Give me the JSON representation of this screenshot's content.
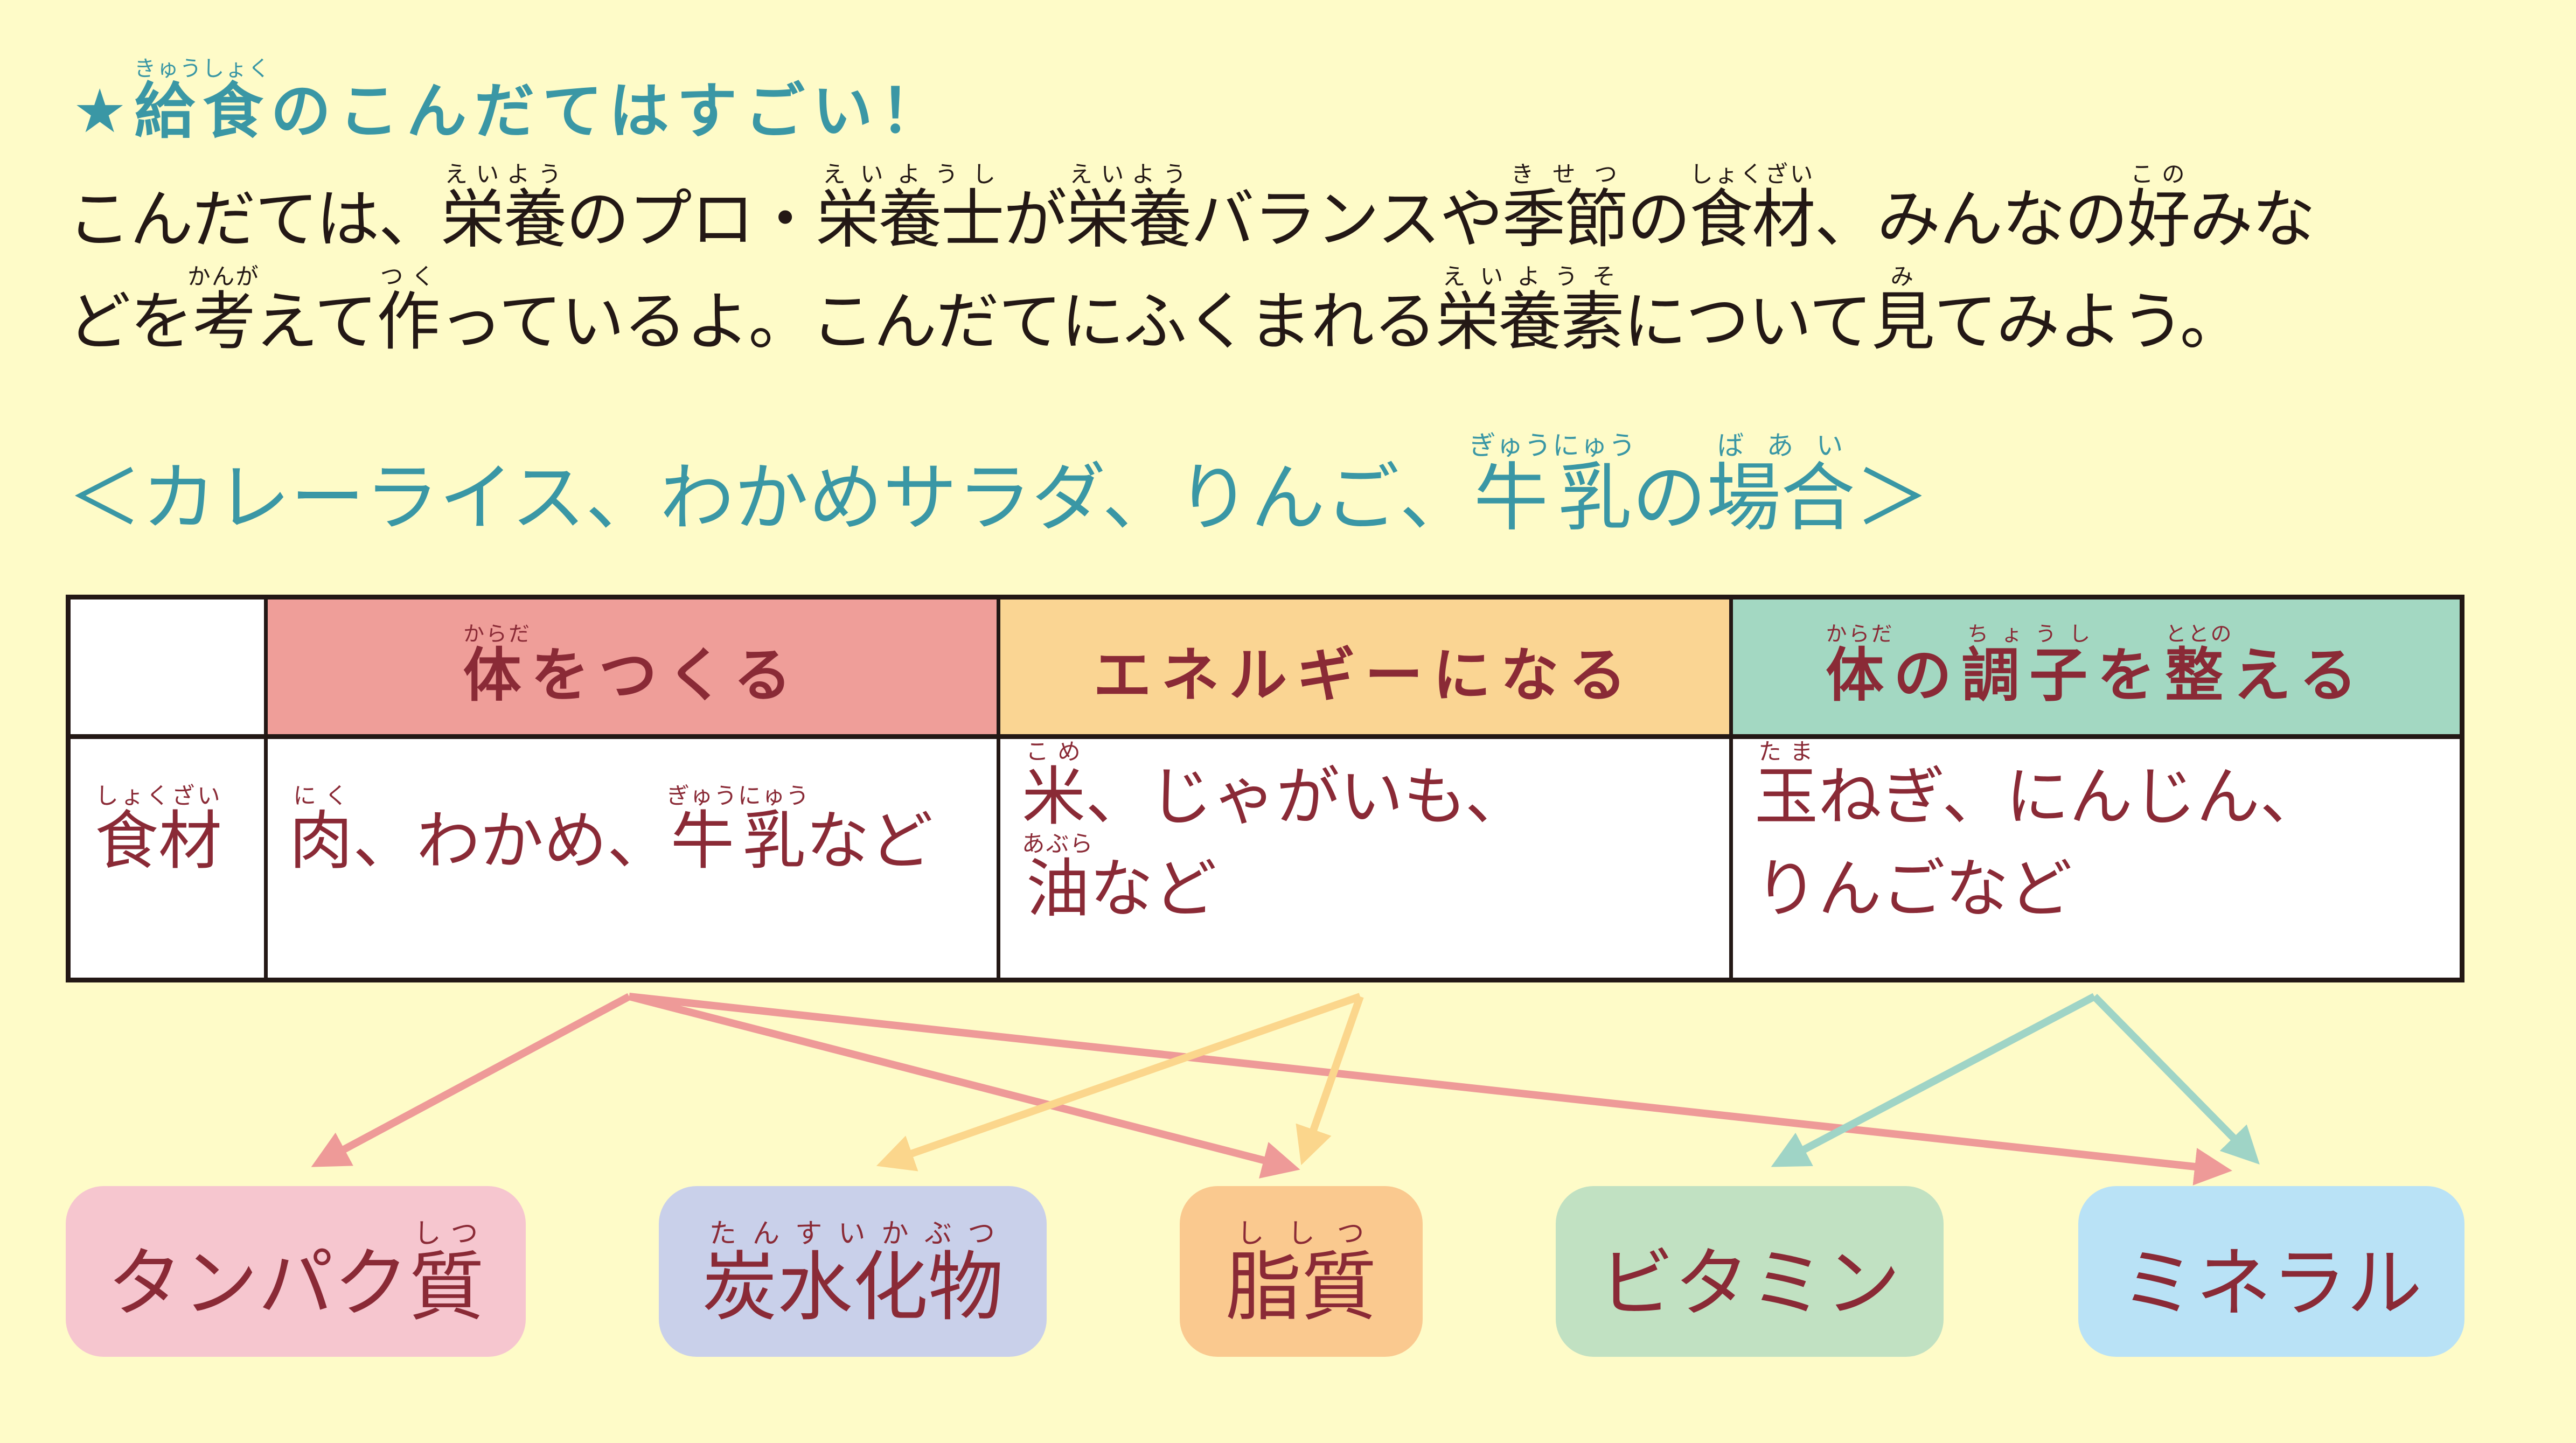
{
  "title": [
    {
      "t": "★"
    },
    {
      "t": "給食",
      "r": "きゅうしょく"
    },
    {
      "t": "のこんだてはすごい！"
    }
  ],
  "paragraph": [
    {
      "t": "こんだては、"
    },
    {
      "t": "栄養",
      "r": "えいよう"
    },
    {
      "t": "のプロ・"
    },
    {
      "t": "栄養士",
      "r": "えいようし"
    },
    {
      "t": "が"
    },
    {
      "t": "栄養",
      "r": "えいよう"
    },
    {
      "t": "バランスや"
    },
    {
      "t": "季節",
      "r": "きせつ"
    },
    {
      "t": "の"
    },
    {
      "t": "食材",
      "r": "しょくざい"
    },
    {
      "t": "、みんなの"
    },
    {
      "t": "好",
      "r": "この"
    },
    {
      "t": "みな"
    },
    {
      "br": true
    },
    {
      "t": "どを"
    },
    {
      "t": "考",
      "r": "かんが"
    },
    {
      "t": "えて"
    },
    {
      "t": "作",
      "r": "つく"
    },
    {
      "t": "っているよ。こんだてにふくまれる"
    },
    {
      "t": "栄養素",
      "r": "えいようそ"
    },
    {
      "t": "について"
    },
    {
      "t": "見",
      "r": "み"
    },
    {
      "t": "てみよう。"
    }
  ],
  "subtitle": [
    {
      "t": "＜カレーライス、わかめサラダ、りんご、"
    },
    {
      "t": "牛乳",
      "r": "ぎゅうにゅう"
    },
    {
      "t": "の"
    },
    {
      "t": "場合",
      "r": "ばあい"
    },
    {
      "t": "＞"
    }
  ],
  "table": {
    "headers": [
      [
        {
          "t": "体",
          "r": "からだ"
        },
        {
          "t": "をつくる"
        }
      ],
      [
        {
          "t": "エネルギーになる"
        }
      ],
      [
        {
          "t": "体",
          "r": "からだ"
        },
        {
          "t": "の"
        },
        {
          "t": "調子",
          "r": "ちょうし"
        },
        {
          "t": "を"
        },
        {
          "t": "整",
          "r": "ととの"
        },
        {
          "t": "える"
        }
      ]
    ],
    "row_label": [
      {
        "t": "食材",
        "r": "しょくざい"
      }
    ],
    "cells": [
      [
        {
          "t": "肉",
          "r": "にく"
        },
        {
          "t": "、わかめ、"
        },
        {
          "t": "牛乳",
          "r": "ぎゅうにゅう"
        },
        {
          "t": "など"
        }
      ],
      [
        {
          "t": "米",
          "r": "こめ"
        },
        {
          "t": "、じゃがいも、"
        },
        {
          "br": true
        },
        {
          "t": "油",
          "r": "あぶら"
        },
        {
          "t": "など"
        }
      ],
      [
        {
          "t": "玉",
          "r": "たま"
        },
        {
          "t": "ねぎ、にんじん、"
        },
        {
          "br": true
        },
        {
          "t": "りんごなど"
        }
      ]
    ],
    "colors": {
      "build": "#ef9e99",
      "energy": "#fad593",
      "condition": "#a3d8c2"
    }
  },
  "nutrients": [
    {
      "label": [
        {
          "t": "タンパク"
        },
        {
          "t": "質",
          "r": "しつ"
        }
      ],
      "color": "#f6c6cf"
    },
    {
      "label": [
        {
          "t": "炭水化物",
          "r": "たんすいかぶつ"
        }
      ],
      "color": "#c9d0ea"
    },
    {
      "label": [
        {
          "t": "脂質",
          "r": "ししつ"
        }
      ],
      "color": "#fac98f"
    },
    {
      "label": [
        {
          "t": "ビタミン"
        }
      ],
      "color": "#c1e1c2"
    },
    {
      "label": [
        {
          "t": "ミネラル"
        }
      ],
      "color": "#b9e2f6"
    }
  ],
  "arrow_colors": {
    "build": "#ee9a98",
    "energy": "#fbd68c",
    "condition": "#9fd4c6"
  }
}
